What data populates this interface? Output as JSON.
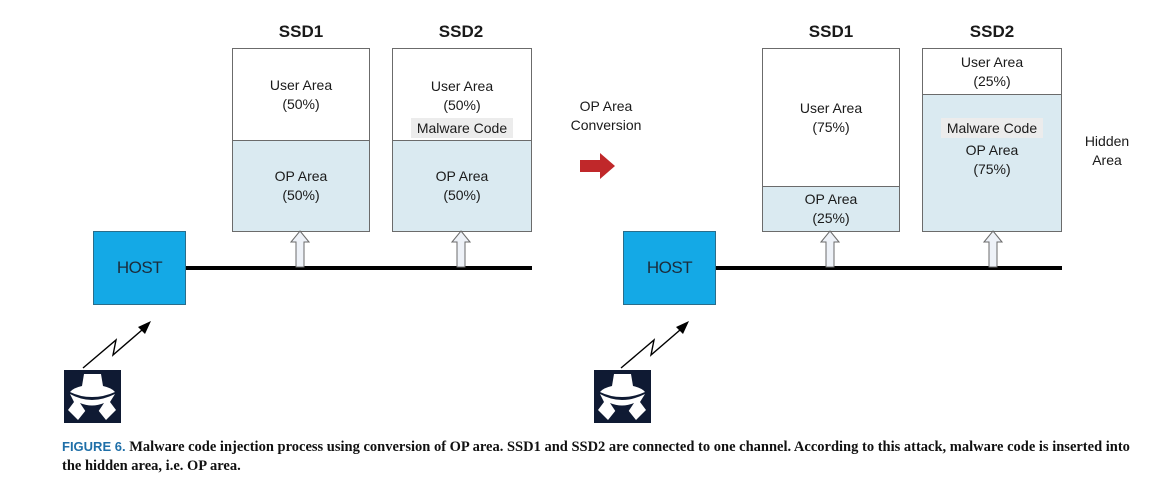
{
  "left_panel": {
    "host_label": "HOST",
    "ssd1": {
      "title": "SSD1",
      "user_area": {
        "label": "User Area",
        "percent": "(50%)"
      },
      "op_area": {
        "label": "OP Area",
        "percent": "(50%)"
      }
    },
    "ssd2": {
      "title": "SSD2",
      "user_area": {
        "label": "User Area",
        "percent": "(50%)"
      },
      "malware_label": "Malware Code",
      "op_area": {
        "label": "OP Area",
        "percent": "(50%)"
      }
    }
  },
  "transition": {
    "line1": "OP Area",
    "line2": "Conversion",
    "arrow_color": "#c0282a"
  },
  "right_panel": {
    "host_label": "HOST",
    "ssd1": {
      "title": "SSD1",
      "user_area": {
        "label": "User Area",
        "percent": "(75%)"
      },
      "op_area": {
        "label": "OP Area",
        "percent": "(25%)"
      }
    },
    "ssd2": {
      "title": "SSD2",
      "user_area": {
        "label": "User Area",
        "percent": "(25%)"
      },
      "malware_label": "Malware Code",
      "op_area": {
        "label": "OP Area",
        "percent": "(75%)"
      }
    },
    "hidden_area": {
      "line1": "Hidden",
      "line2": "Area"
    }
  },
  "colors": {
    "host": "#14a9e6",
    "op_area": "#daeaf1",
    "caption_label": "#1f6fa8"
  },
  "caption": {
    "figure_label": "FIGURE 6.",
    "text": "Malware code injection process using conversion of OP area. SSD1 and SSD2 are connected to one channel. According to this attack, malware code is inserted into the hidden area, i.e. OP area."
  }
}
